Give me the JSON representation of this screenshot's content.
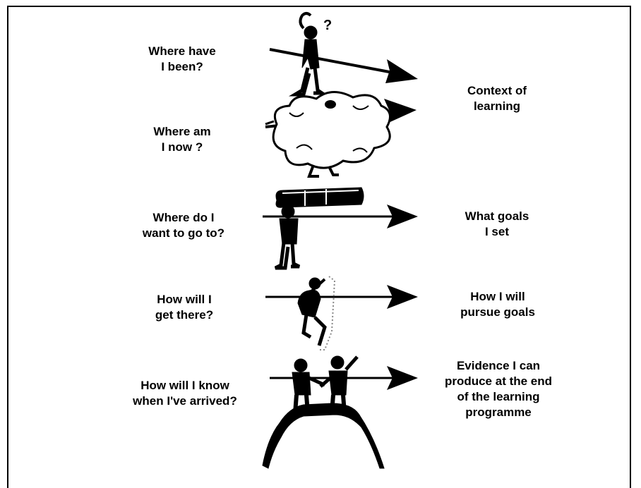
{
  "rows": [
    {
      "question": "Where have\nI been?",
      "answer": ""
    },
    {
      "question": "Where am\nI now ?",
      "answer": "Context of\nlearning"
    },
    {
      "question": "Where do I\nwant to go to?",
      "answer": "What goals\nI set"
    },
    {
      "question": "How will I\nget there?",
      "answer": "How I will\npursue goals"
    },
    {
      "question": "How will I know\nwhen I've arrived?",
      "answer": "Evidence I can\nproduce at the end\nof the learning\nprogramme"
    }
  ],
  "illustrations": [
    "puzzled-hiker-icon",
    "cloud-fog-icon",
    "telescope-hiker-icon",
    "rock-climber-icon",
    "summit-celebration-icon"
  ]
}
